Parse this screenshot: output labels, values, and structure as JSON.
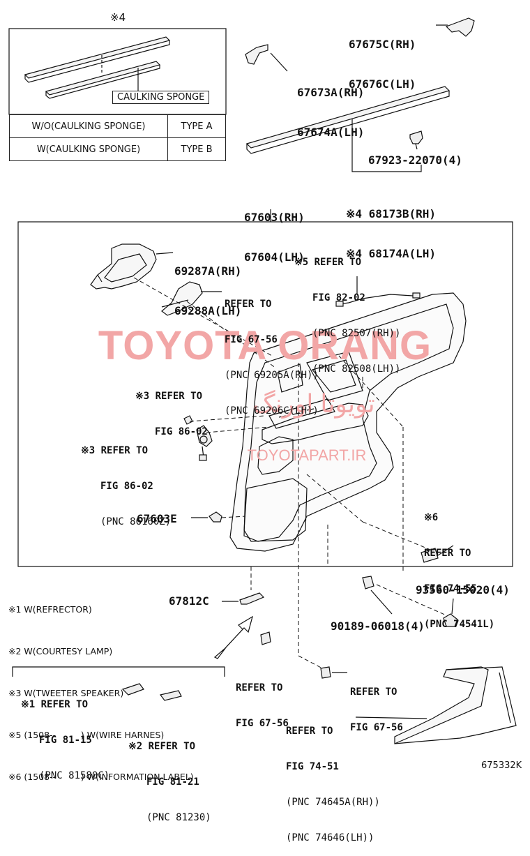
{
  "watermark": {
    "brand": "TOYOTA ORANG",
    "persian": "تویوتا اورنگ",
    "site": "TOYOTAPART.IR"
  },
  "inset": {
    "mark": "※4",
    "caulking_label": "CAULKING SPONGE",
    "rows": [
      {
        "condition": "W/O(CAULKING SPONGE)",
        "type": "TYPE A"
      },
      {
        "condition": "W(CAULKING SPONGE)",
        "type": "TYPE B"
      }
    ]
  },
  "parts": {
    "p67675": [
      "67675C(RH)",
      "67676C(LH)"
    ],
    "p67673": [
      "67673A(RH)",
      "67674A(LH)"
    ],
    "p67923": "67923-22070(4)",
    "p68173": [
      "※4 68173B(RH)",
      "※4 68174A(LH)"
    ],
    "p67603": [
      "67603(RH)",
      "67604(LH)"
    ],
    "p69287": [
      "69287A(RH)",
      "69288A(LH)"
    ],
    "ref_82_02": [
      "※5 REFER TO",
      "FIG 82-02",
      "(PNC 82507(RH))",
      "(PNC 82508(LH))"
    ],
    "ref_67_56a": [
      "REFER TO",
      "FIG 67-56",
      "(PNC 69205A(RH))",
      "(PNC 69206C(LH))"
    ],
    "ref_86_02a": [
      "※3 REFER TO",
      "FIG 86-02"
    ],
    "ref_86_02b": [
      "※3 REFER TO",
      "FIG 86-02",
      "(PNC 86160Z)"
    ],
    "p67603E": "67603E",
    "ref_74_55": [
      "※6",
      "REFER TO",
      "FIG 74-55",
      "(PNC 74541L)"
    ],
    "p93560": "93560-15020(4)",
    "p67812C": "67812C",
    "p90189": "90189-06018(4)",
    "ref_67_56b": [
      "REFER TO",
      "FIG 67-56"
    ],
    "ref_67_56c": [
      "REFER TO",
      "FIG 67-56"
    ],
    "ref_81_15": [
      "※1 REFER TO",
      "FIG 81-15",
      "(PNC 81580C)"
    ],
    "ref_81_21": [
      "※2 REFER TO",
      "FIG 81-21",
      "(PNC 81230)"
    ],
    "ref_74_51": [
      "REFER TO",
      "FIG 74-51",
      "(PNC 74645A(RH))",
      "(PNC 74646(LH))"
    ]
  },
  "notes": [
    "※1 W(REFRECTOR)",
    "※2 W(COURTESY LAMP)",
    "※3 W(TWEETER SPEAKER)",
    "※5 (1508--         ) W(WIRE HARNES)",
    "※6 (1508--         ) W(INFORMATION LABEL)"
  ],
  "illustration_code": "675332K"
}
